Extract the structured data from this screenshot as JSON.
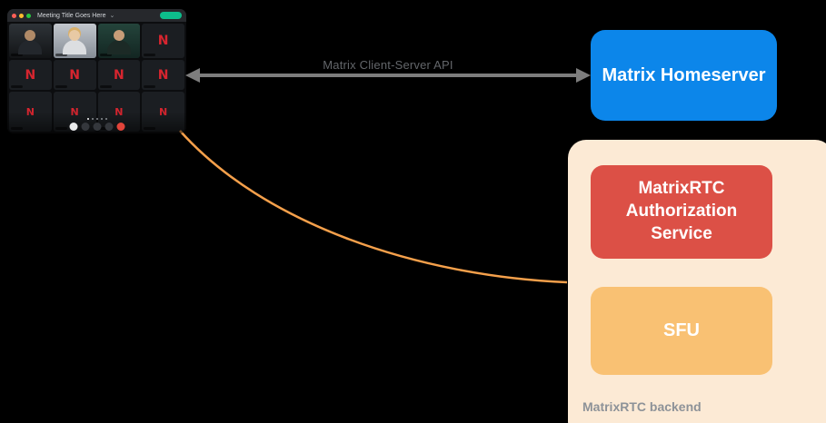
{
  "diagram": {
    "arrow_label": "Matrix Client-Server API",
    "homeserver_label": "Matrix Homeserver",
    "auth_service_label": "MatrixRTC Authorization Service",
    "sfu_label": "SFU",
    "backend_label": "MatrixRTC backend"
  },
  "call_window": {
    "title": "Meeting Title Goes Here",
    "avatar_letter": "N"
  },
  "icons": {
    "chevron_down": "⌄"
  },
  "colors": {
    "background": "#000000",
    "arrow_gray": "#7d7d7d",
    "arrow_label_text": "#63666a",
    "curve_orange": "#f5a04b",
    "homeserver_blue": "#0c86ea",
    "backend_peach": "#fcead5",
    "auth_red": "#dc5046",
    "sfu_orange": "#f9c173",
    "backend_label_gray": "#8d9298",
    "avatar_letter_red": "#d7252f",
    "join_pill_green": "#0dbd8b"
  }
}
